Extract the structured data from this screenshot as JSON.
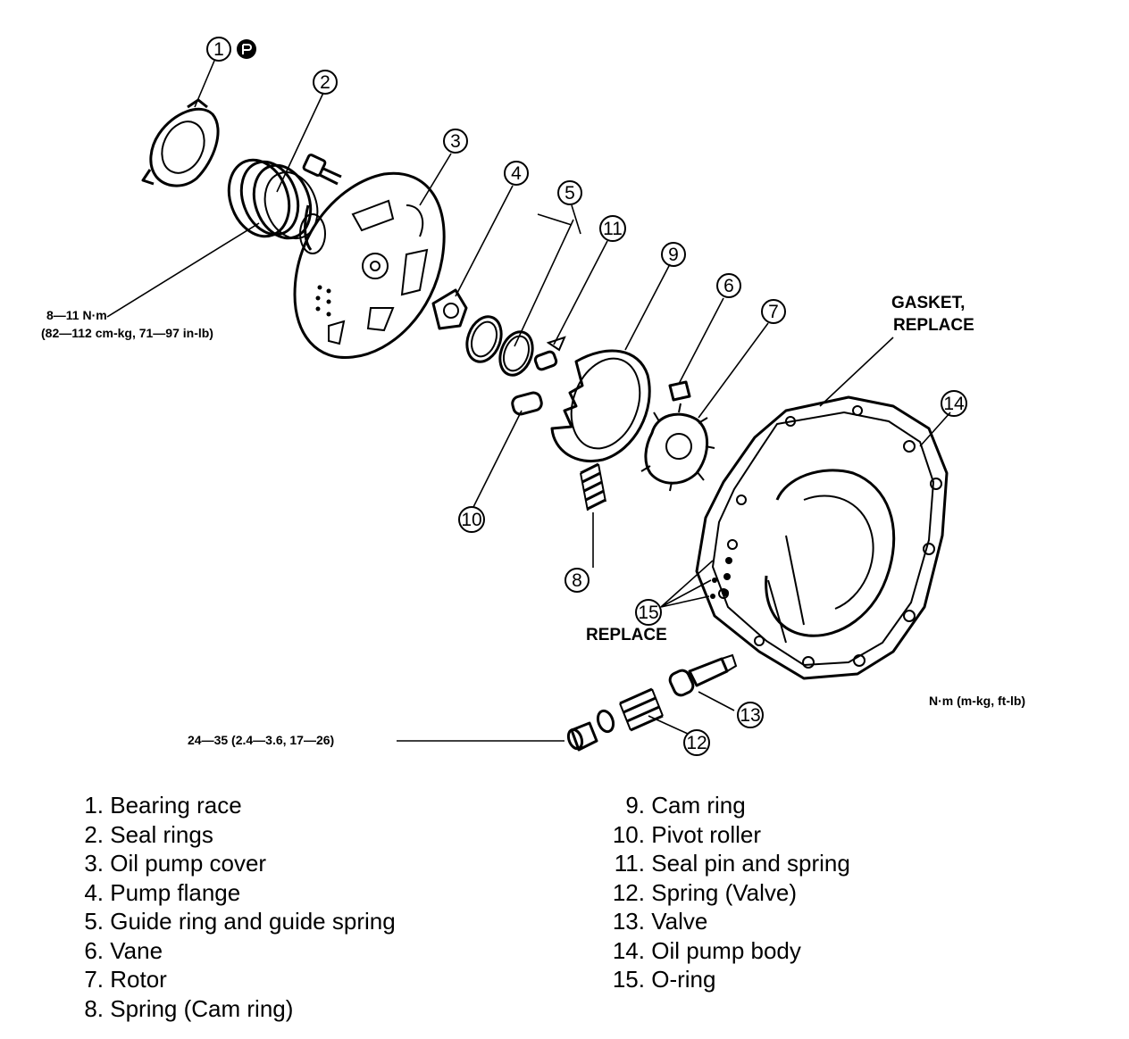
{
  "callouts": {
    "c1": "1",
    "c2": "2",
    "c3": "3",
    "c4": "4",
    "c5": "5",
    "c6": "6",
    "c7": "7",
    "c8": "8",
    "c9": "9",
    "c10": "10",
    "c11": "11",
    "c12": "12",
    "c13": "13",
    "c14": "14",
    "c15": "15"
  },
  "annotations": {
    "torque_bolt_line1": "8—11 N·m",
    "torque_bolt_line2": "(82—112 cm-kg, 71—97 in-lb)",
    "gasket_line1": "GASKET,",
    "gasket_line2": "REPLACE",
    "oring_replace": "REPLACE",
    "units_note": "N·m (m-kg, ft-lb)",
    "torque_plug": "24—35 (2.4—3.6, 17—26)"
  },
  "legend": {
    "left": [
      {
        "num": "1.",
        "text": "Bearing race"
      },
      {
        "num": "2.",
        "text": "Seal rings"
      },
      {
        "num": "3.",
        "text": "Oil pump cover"
      },
      {
        "num": "4.",
        "text": "Pump flange"
      },
      {
        "num": "5.",
        "text": "Guide ring and guide spring"
      },
      {
        "num": "6.",
        "text": "Vane"
      },
      {
        "num": "7.",
        "text": "Rotor"
      },
      {
        "num": "8.",
        "text": "Spring (Cam ring)"
      }
    ],
    "right": [
      {
        "num": "9.",
        "text": "Cam ring"
      },
      {
        "num": "10.",
        "text": "Pivot roller"
      },
      {
        "num": "11.",
        "text": "Seal pin and spring"
      },
      {
        "num": "12.",
        "text": "Spring (Valve)"
      },
      {
        "num": "13.",
        "text": "Valve"
      },
      {
        "num": "14.",
        "text": "Oil pump body"
      },
      {
        "num": "15.",
        "text": "O-ring"
      }
    ]
  }
}
